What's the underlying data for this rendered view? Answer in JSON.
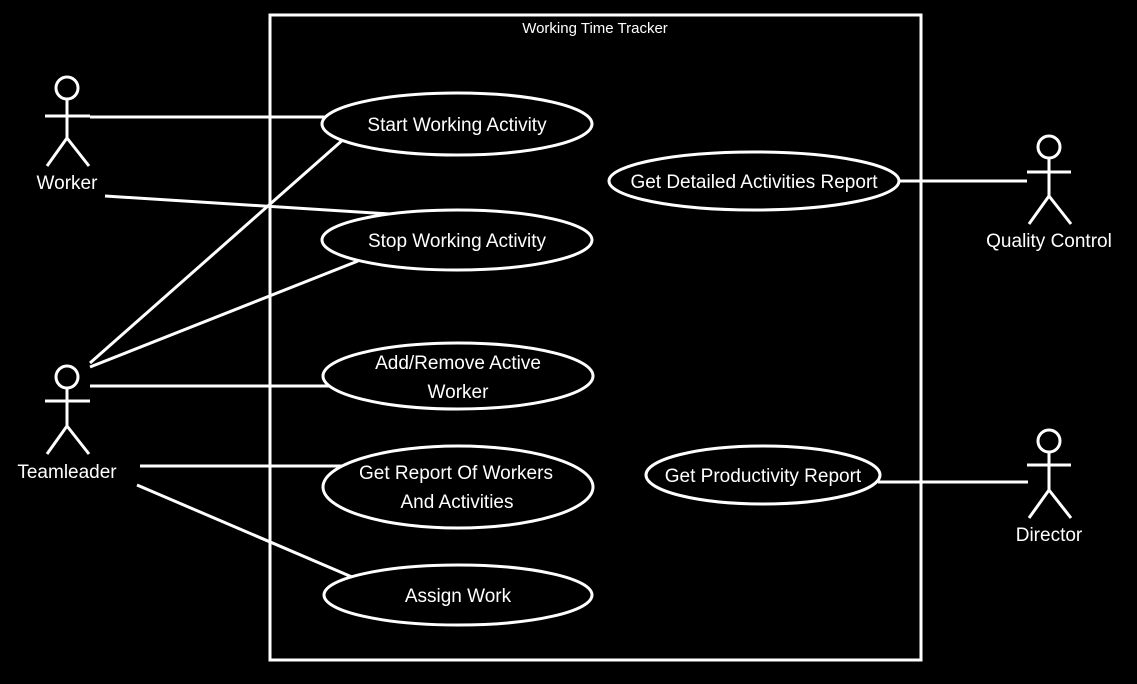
{
  "system": {
    "title": "Working Time Tracker"
  },
  "actors": {
    "worker": "Worker",
    "teamleader": "Teamleader",
    "quality_control": "Quality Control",
    "director": "Director"
  },
  "use_cases": {
    "start": [
      "Start Working Activity"
    ],
    "stop": [
      "Stop Working Activity"
    ],
    "add_remove": [
      "Add/Remove Active",
      "Worker"
    ],
    "report_workers": [
      "Get Report Of Workers",
      "And Activities"
    ],
    "assign": [
      "Assign Work"
    ],
    "detailed": [
      "Get Detailed Activities Report"
    ],
    "productivity": [
      "Get Productivity Report"
    ]
  },
  "colors": {
    "background": "#000000",
    "foreground": "#ffffff"
  }
}
